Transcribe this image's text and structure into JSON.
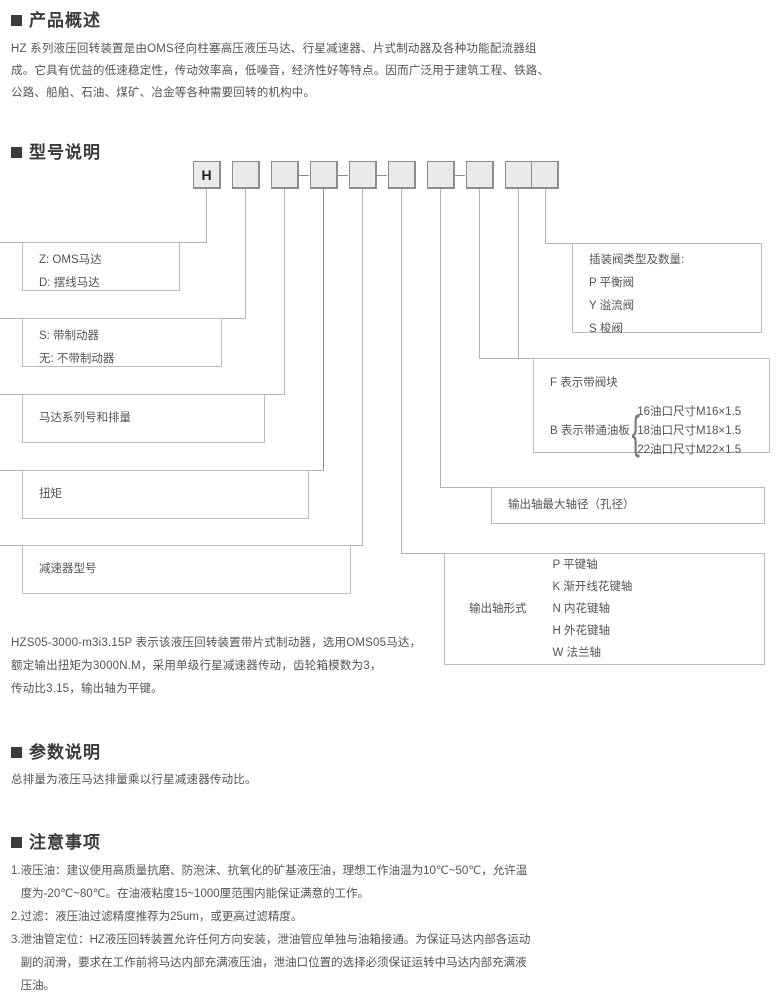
{
  "sections": {
    "overview": {
      "title": "产品概述",
      "body_lines": [
        "HZ 系列液压回转装置是由OMS径向柱塞高压液压马达、行星减速器、片式制动器及各种功能配流器组",
        "成。它具有优益的低速稳定性，传动效率高，低噪音，经济性好等特点。因而广泛用于建筑工程、铁路、",
        "公路、船舶、石油、煤矿、冶金等各种需要回转的机构中。"
      ]
    },
    "model": {
      "title": "型号说明",
      "code_boxes": [
        "H",
        "",
        "",
        "",
        "",
        "",
        "",
        "",
        "",
        ""
      ],
      "labels": {
        "motor_type": [
          "Z: OMS马达",
          "D: 摆线马达"
        ],
        "brake": [
          "S: 带制动器",
          "无: 不带制动器"
        ],
        "motor_series": "马达系列号和排量",
        "torque": "扭矩",
        "reducer_model": "减速器型号",
        "valve_types": [
          "插装阀类型及数量:",
          "P 平衡阀",
          "Y 溢流阀",
          "S 梭阀"
        ],
        "valve_block_f": "F 表示带阀块",
        "valve_block_b": "B 表示带通油板",
        "oil_ports": [
          "16油口尺寸M16×1.5",
          "18油口尺寸M18×1.5",
          "22油口尺寸M22×1.5"
        ],
        "shaft_diameter": "输出轴最大轴径（孔径）",
        "shaft_form_label": "输出轴形式",
        "shaft_forms": [
          "P 平键轴",
          "K 渐开线花键轴",
          "N 内花键轴",
          "H 外花键轴",
          "W 法兰轴"
        ]
      },
      "example_lines": [
        "HZS05-3000-m3i3.15P 表示该液压回转装置带片式制动器，选用OMS05马达，",
        "额定输出扭矩为3000N.M，采用单级行星减速器传动，齿轮箱模数为3，",
        "传动比3.15，输出轴为平键。"
      ]
    },
    "parameters": {
      "title": "参数说明",
      "body_lines": [
        "总排量为液压马达排量乘以行星减速器传动比。"
      ]
    },
    "notes": {
      "title": "注意事项",
      "items": [
        {
          "num": "1.",
          "lines": [
            "液压油：建议使用高质量抗磨、防泡沫、抗氧化的矿基液压油，理想工作油温为10℃~50℃，允许温",
            "度为-20℃~80℃。在油液粘度15~1000厘范围内能保证满意的工作。"
          ]
        },
        {
          "num": "2.",
          "lines": [
            "过滤：液压油过滤精度推荐为25um，或更高过滤精度。"
          ]
        },
        {
          "num": "3.",
          "lines": [
            "泄油管定位：HZ液压回转装置允许任何方向安装，泄油管应单独与油箱接通。为保证马达内部各运动",
            "副的润滑，要求在工作前将马达内部充满液压油，泄油口位置的选择必须保证运转中马达内部充满液",
            "压油。"
          ]
        }
      ]
    }
  },
  "colors": {
    "heading": "#3b3b3b",
    "text": "#555555",
    "box_fill": "#eaeaea",
    "box_border": "#8d8d8d",
    "line": "#b4b4b4"
  }
}
